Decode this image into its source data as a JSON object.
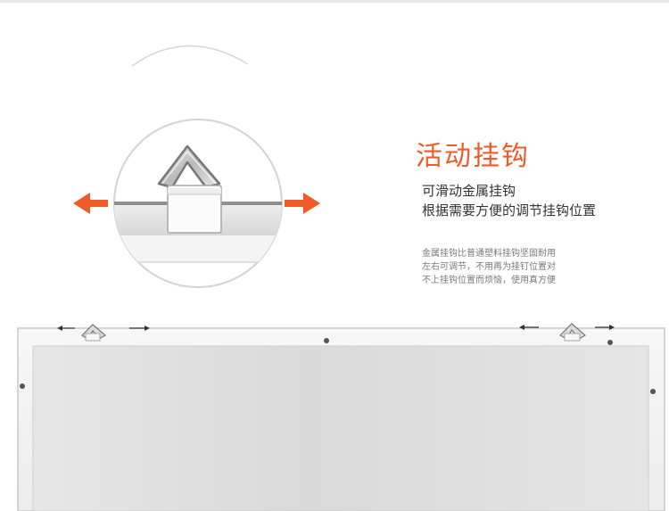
{
  "feature": {
    "title": "活动挂钩",
    "subtitle_lines": [
      "可滑动金属挂钩",
      "根据需要方便的调节挂钩位置"
    ],
    "description_lines": [
      "金属挂钩比普通塑料挂钩坚固耐用",
      "左右可调节，不用再为挂钉位置对",
      "不上挂钩位置而烦恼，使用真方便"
    ]
  },
  "colors": {
    "accent": "#ef5a27",
    "subtitle_text": "#333333",
    "description_text": "#7a7a7a",
    "frame_white": "#fdfdfd",
    "board_gray": "#e3e3e3"
  },
  "icons": {
    "left_arrow": "orange-left-arrow",
    "right_arrow": "orange-right-arrow",
    "hook": "triangle-metal-hook",
    "small_left_arrows": "black-left-arrow",
    "small_right_arrows": "black-right-arrow",
    "screws": "screw"
  }
}
